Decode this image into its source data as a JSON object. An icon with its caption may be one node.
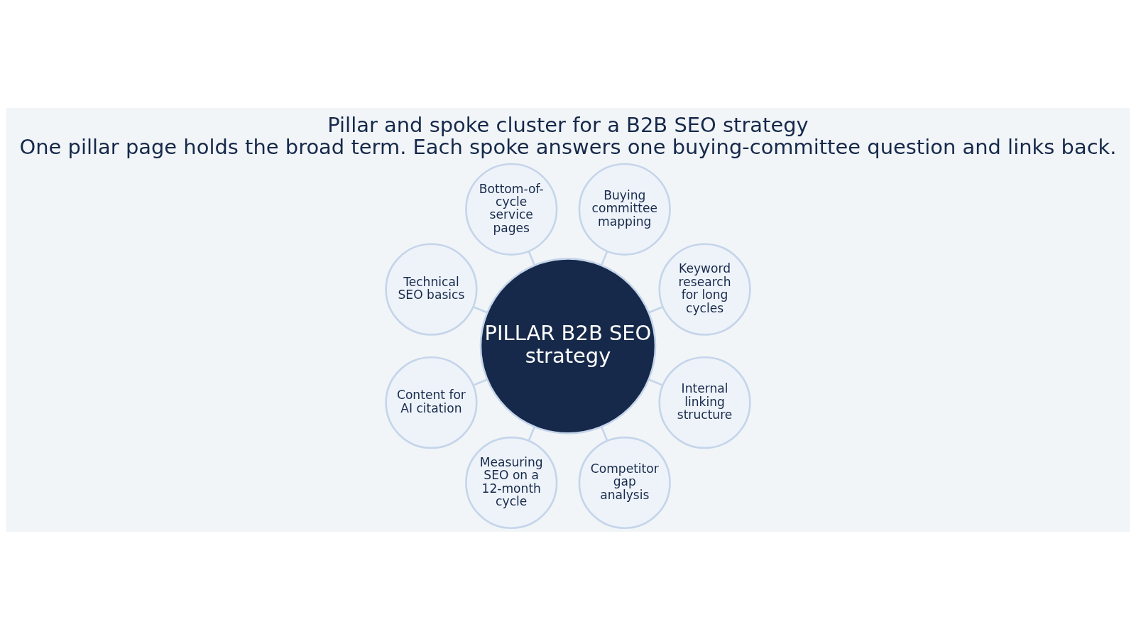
{
  "diagram": {
    "title": "Pillar and spoke cluster for a B2B SEO strategy",
    "caption": "One pillar page holds the broad term. Each spoke answers one buying-committee question and links back.",
    "nodes": [
      {
        "text": [
          "PILLAR B2B SEO strategy"
        ]
      },
      {
        "text": [
          "Keyword research for long cycles"
        ]
      },
      {
        "text": [
          "Buying committee mapping"
        ]
      },
      {
        "text": [
          "Bottom-of-cycle service pages"
        ]
      },
      {
        "text": [
          "Technical SEO basics"
        ]
      },
      {
        "text": [
          "Content for AI citation"
        ]
      },
      {
        "text": [
          "Measuring SEO on a 12-month cycle"
        ]
      },
      {
        "text": [
          "Competitor gap analysis"
        ]
      },
      {
        "text": [
          "Internal linking structure"
        ]
      }
    ],
    "edges": [
      {
        "from": 0,
        "to": 1,
        "arrow": "none"
      },
      {
        "from": 0,
        "to": 2,
        "arrow": "none"
      },
      {
        "from": 0,
        "to": 3,
        "arrow": "none"
      },
      {
        "from": 0,
        "to": 4,
        "arrow": "none"
      },
      {
        "from": 0,
        "to": 5,
        "arrow": "none"
      },
      {
        "from": 0,
        "to": 6,
        "arrow": "none"
      },
      {
        "from": 0,
        "to": 7,
        "arrow": "none"
      },
      {
        "from": 0,
        "to": 8,
        "arrow": "none"
      }
    ]
  }
}
